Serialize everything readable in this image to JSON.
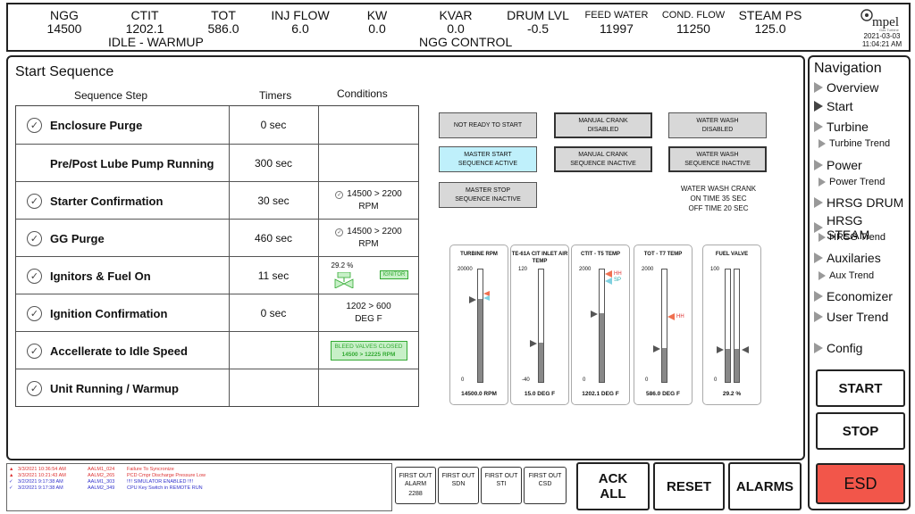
{
  "header": {
    "items": [
      {
        "label": "NGG",
        "value": "14500"
      },
      {
        "label": "CTIT",
        "value": "1202.1"
      },
      {
        "label": "TOT",
        "value": "586.0"
      },
      {
        "label": "INJ FLOW",
        "value": "6.0"
      },
      {
        "label": "KW",
        "value": "0.0"
      },
      {
        "label": "KVAR",
        "value": "0.0"
      },
      {
        "label": "DRUM LVL",
        "value": "-0.5"
      },
      {
        "label": "FEED WATER",
        "value": "11997"
      },
      {
        "label": "COND. FLOW",
        "value": "11250"
      },
      {
        "label": "STEAM PS",
        "value": "125.0"
      }
    ],
    "status_left": "IDLE - WARMUP",
    "status_center": "NGG CONTROL",
    "logo": "mpel",
    "logo_sub": "Gas Turbine",
    "date": "2021-03-03",
    "time": "11:04:21 AM"
  },
  "main": {
    "title": "Start Sequence",
    "col_step": "Sequence Step",
    "col_timers": "Timers",
    "col_conditions": "Conditions",
    "steps": [
      {
        "name": "Enclosure Purge",
        "timer": "0 sec",
        "checked": true,
        "cond": ""
      },
      {
        "name": "Pre/Post Lube Pump Running",
        "timer": "300 sec",
        "checked": false,
        "cond": ""
      },
      {
        "name": "Starter Confirmation",
        "timer": "30 sec",
        "checked": true,
        "cond": "14500 > 2200",
        "cond2": "RPM"
      },
      {
        "name": "GG Purge",
        "timer": "460 sec",
        "checked": true,
        "cond": "14500 > 2200",
        "cond2": "RPM"
      },
      {
        "name": "Ignitors & Fuel On",
        "timer": "11 sec",
        "checked": true,
        "cond": "29.2 %",
        "cond_btn": "IGNITOR"
      },
      {
        "name": "Ignition Confirmation",
        "timer": "0 sec",
        "checked": true,
        "cond": "1202 > 600",
        "cond2": "DEG F"
      },
      {
        "name": "Accellerate to Idle Speed",
        "timer": "",
        "checked": true,
        "cond_box1": "BLEED VALVES CLOSED",
        "cond_box2": "14500 > 12225 RPM"
      },
      {
        "name": "Unit Running / Warmup",
        "timer": "",
        "checked": true,
        "cond": ""
      }
    ],
    "buttons": {
      "not_ready": "NOT READY TO START",
      "manual_crank_l1": "MANUAL CRANK",
      "manual_crank_l2": "DISABLED",
      "water_wash_l1": "WATER WASH",
      "water_wash_l2": "DISABLED",
      "master_start_l1": "MASTER START",
      "master_start_l2": "SEQUENCE ACTIVE",
      "mc_seq_l1": "MANUAL CRANK",
      "mc_seq_l2": "SEQUENCE INACTIVE",
      "ww_seq_l1": "WATER WASH",
      "ww_seq_l2": "SEQUENCE INACTIVE",
      "master_stop_l1": "MASTER STOP",
      "master_stop_l2": "SEQUENCE INACTIVE"
    },
    "water_wash_info": {
      "l1": "WATER WASH CRANK",
      "l2": "ON TIME 35 SEC",
      "l3": "OFF TIME 20 SEC"
    },
    "gauges": [
      {
        "title": "TURBINE RPM",
        "max": "20000",
        "min": "0",
        "reading": "14500.0 RPM",
        "fill": 0.725
      },
      {
        "title": "TE-61A CIT INLET AIR TEMP",
        "max": "120",
        "min": "-40",
        "reading": "15.0 DEG F",
        "fill": 0.344
      },
      {
        "title": "CTIT - T5 TEMP",
        "max": "2000",
        "min": "0",
        "reading": "1202.1 DEG F",
        "fill": 0.601,
        "alarm": "HH",
        "sp": "SP"
      },
      {
        "title": "TOT - T7 TEMP",
        "max": "2000",
        "min": "0",
        "reading": "586.0 DEG F",
        "fill": 0.293,
        "alarm": "HH"
      },
      {
        "title": "FUEL VALVE",
        "max": "100",
        "min": "0",
        "reading": "29.2 %",
        "fill": 0.292
      }
    ]
  },
  "nav": {
    "title": "Navigation",
    "items": [
      {
        "label": "Overview",
        "sub": false
      },
      {
        "label": "Start",
        "sub": false,
        "active": true
      },
      {
        "label": "Turbine",
        "sub": false
      },
      {
        "label": "Turbine Trend",
        "sub": true
      },
      {
        "label": "Power",
        "sub": false
      },
      {
        "label": "Power Trend",
        "sub": true
      },
      {
        "label": "HRSG DRUM",
        "sub": false
      },
      {
        "label": "HRSG STEAM",
        "sub": false
      },
      {
        "label": "HRSG Trend",
        "sub": true
      },
      {
        "label": "Auxilaries",
        "sub": false
      },
      {
        "label": "Aux Trend",
        "sub": true
      },
      {
        "label": "Economizer",
        "sub": false
      },
      {
        "label": "User Trend",
        "sub": false
      },
      {
        "label": "Config",
        "sub": false
      }
    ],
    "start": "START",
    "stop": "STOP",
    "esd": "ESD"
  },
  "alarms": [
    {
      "time": "3/3/2021 10:36:54 AM",
      "code": "AALM1_024",
      "msg": "Failure To Syncronize",
      "color": "#d33"
    },
    {
      "time": "3/3/2021 10:21:43 AM",
      "code": "AALM2_265",
      "msg": "PCD Cmpr Discharge Pressure Low",
      "color": "#d33"
    },
    {
      "time": "3/2/2021 9:17:38 AM",
      "code": "AALM1_303",
      "msg": "!!!! SIMULATOR ENABLED !!!!",
      "color": "#33c"
    },
    {
      "time": "3/2/2021 9:17:38 AM",
      "code": "AALM2_349",
      "msg": "CPU Key Switch in REMOTE RUN",
      "color": "#33c"
    }
  ],
  "bottom": {
    "fo_alarm_l1": "FIRST OUT",
    "fo_alarm_l2": "ALARM",
    "fo_alarm_val": "2288",
    "fo_sdn_l1": "FIRST OUT",
    "fo_sdn_l2": "SDN",
    "fo_sti_l1": "FIRST OUT",
    "fo_sti_l2": "STI",
    "fo_csd_l1": "FIRST OUT",
    "fo_csd_l2": "CSD",
    "ack_l1": "ACK",
    "ack_l2": "ALL",
    "reset": "RESET",
    "alarms": "ALARMS"
  },
  "colors": {
    "active_btn": "#bff0fb",
    "gray_btn": "#d8d8d8",
    "esd": "#f2564a",
    "green_box": "#c8f0c8",
    "alarm_red": "#e55"
  }
}
